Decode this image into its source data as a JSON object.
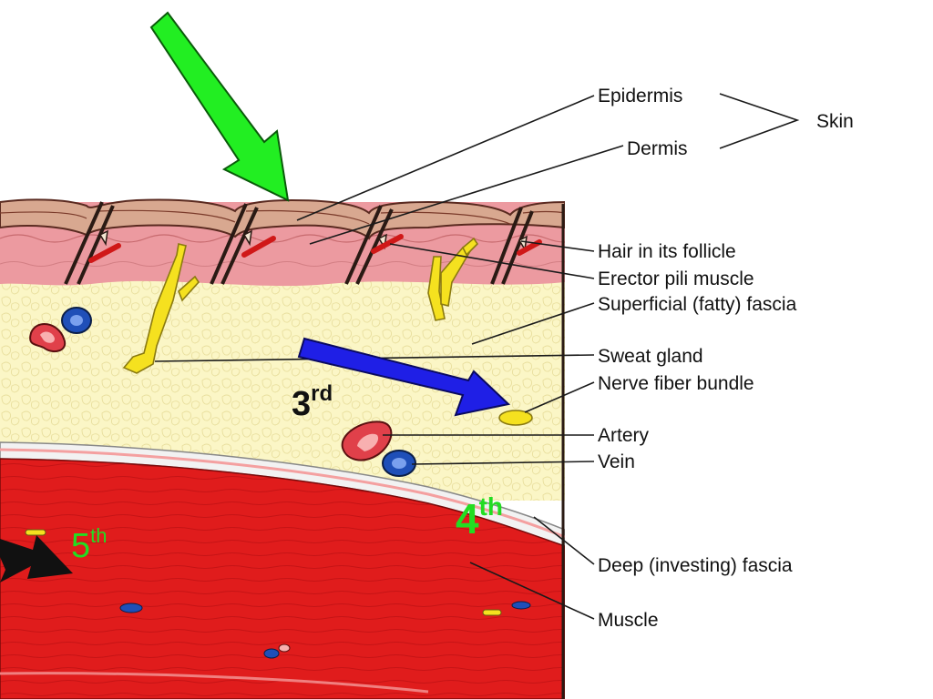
{
  "labels": {
    "epidermis": "Epidermis",
    "dermis": "Dermis",
    "skin": "Skin",
    "hair_follicle": "Hair in its follicle",
    "erector_pili": "Erector pili muscle",
    "superficial_fascia": "Superficial (fatty) fascia",
    "sweat_gland": "Sweat gland",
    "nerve_bundle": "Nerve fiber bundle",
    "artery": "Artery",
    "vein": "Vein",
    "deep_fascia": "Deep (investing) fascia",
    "muscle": "Muscle"
  },
  "markers": {
    "third": {
      "base": "3",
      "sup": "rd"
    },
    "fourth": {
      "base": "4",
      "sup": "th"
    },
    "fifth": {
      "base": "5",
      "sup": "th"
    }
  },
  "colors": {
    "green_arrow": "#22ee22",
    "blue_arrow": "#1f1fe6",
    "black_arrow": "#111111",
    "ordinal_green": "#22dd22",
    "muscle_red": "#e01c1c",
    "fat_yellow": "#fbf6c6",
    "dermis_pink": "#ec9aa0",
    "epidermis_tan": "#d8a890",
    "gland_yellow": "#f5e11f",
    "vein_blue": "#1f4fb8",
    "artery_red": "#e0404a"
  }
}
